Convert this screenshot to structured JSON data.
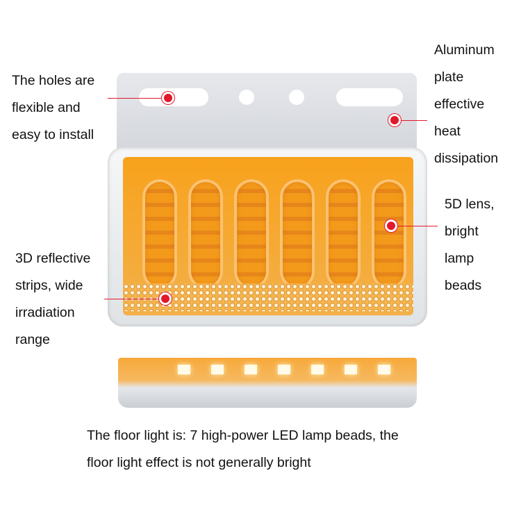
{
  "callouts": {
    "holes": [
      "The holes are",
      "flexible and",
      "easy to install"
    ],
    "aluminum": [
      "Aluminum",
      "plate",
      "effective",
      "heat",
      "dissipation"
    ],
    "lens": [
      "5D lens,",
      "bright",
      "lamp",
      "beads"
    ],
    "strips": [
      "3D reflective",
      "strips, wide",
      "irradiation",
      "range"
    ]
  },
  "caption": [
    "The floor light is: 7 high-power LED lamp beads, the",
    "floor light effect is not generally bright"
  ],
  "colors": {
    "accent": "#e2182b",
    "lamp": "#f8a21c"
  }
}
